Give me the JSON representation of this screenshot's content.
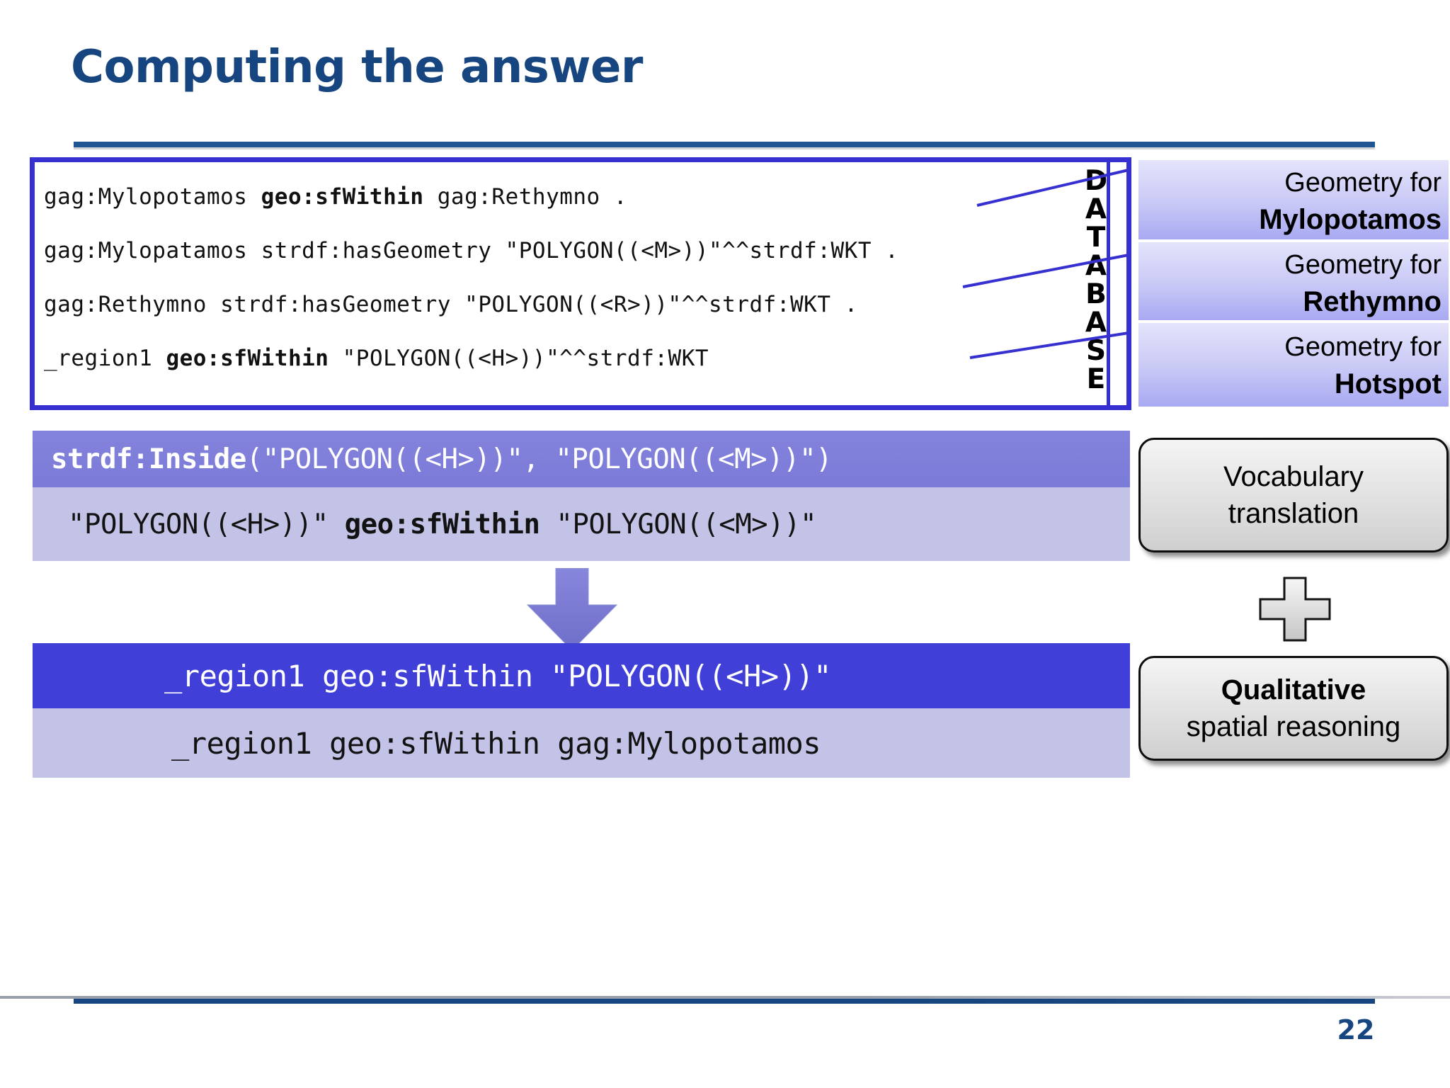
{
  "slide": {
    "title": "Computing the answer",
    "page_number": "22"
  },
  "database_panel": {
    "vertical_label": "DATABASE",
    "vertical_label_letters": [
      "D",
      "A",
      "T",
      "A",
      "B",
      "A",
      "S",
      "E"
    ],
    "lines": [
      {
        "pre": "gag:Mylopotamos ",
        "bold": "geo:sfWithin",
        "post": " gag:Rethymno ."
      },
      {
        "pre": "gag:Mylopatamos strdf:hasGeometry \"POLYGON((<M>))\"^^strdf:WKT .",
        "bold": "",
        "post": ""
      },
      {
        "pre": "gag:Rethymno strdf:hasGeometry \"POLYGON((<R>))\"^^strdf:WKT .",
        "bold": "",
        "post": ""
      },
      {
        "pre": "_region1 ",
        "bold": "geo:sfWithin",
        "post": " \"POLYGON((<H>))\"^^strdf:WKT"
      }
    ]
  },
  "geometry_boxes": [
    {
      "prefix": "Geometry for",
      "name": "Mylopotamos"
    },
    {
      "prefix": "Geometry for",
      "name": "Rethymno"
    },
    {
      "prefix": "Geometry for",
      "name": "Hotspot"
    }
  ],
  "inside_row": {
    "bold": "strdf:Inside",
    "rest": "(\"POLYGON((<H>))\", \"POLYGON((<M>))\")"
  },
  "within_row": {
    "pre": "\"POLYGON((<H>))\" ",
    "bold": "geo:sfWithin",
    "post": " \"POLYGON((<M>))\""
  },
  "result_rows": [
    {
      "text": "_region1 geo:sfWithin \"POLYGON((<H>))\""
    },
    {
      "text": "_region1 geo:sfWithin gag:Mylopotamos"
    }
  ],
  "side_boxes": {
    "vocabulary": {
      "line1": "Vocabulary",
      "line2": "translation"
    },
    "qualitative": {
      "line1": "Qualitative",
      "line2": "spatial reasoning"
    }
  },
  "colors": {
    "title_blue": "#17457f",
    "panel_border": "#3730d0",
    "inside_row_bg": "#7b7bd8",
    "light_lavender": "#c3c3e8",
    "result_blue": "#4040d8",
    "geometry_gradient_top": "#e4e4fb",
    "geometry_gradient_bottom": "#a8a9f2"
  }
}
